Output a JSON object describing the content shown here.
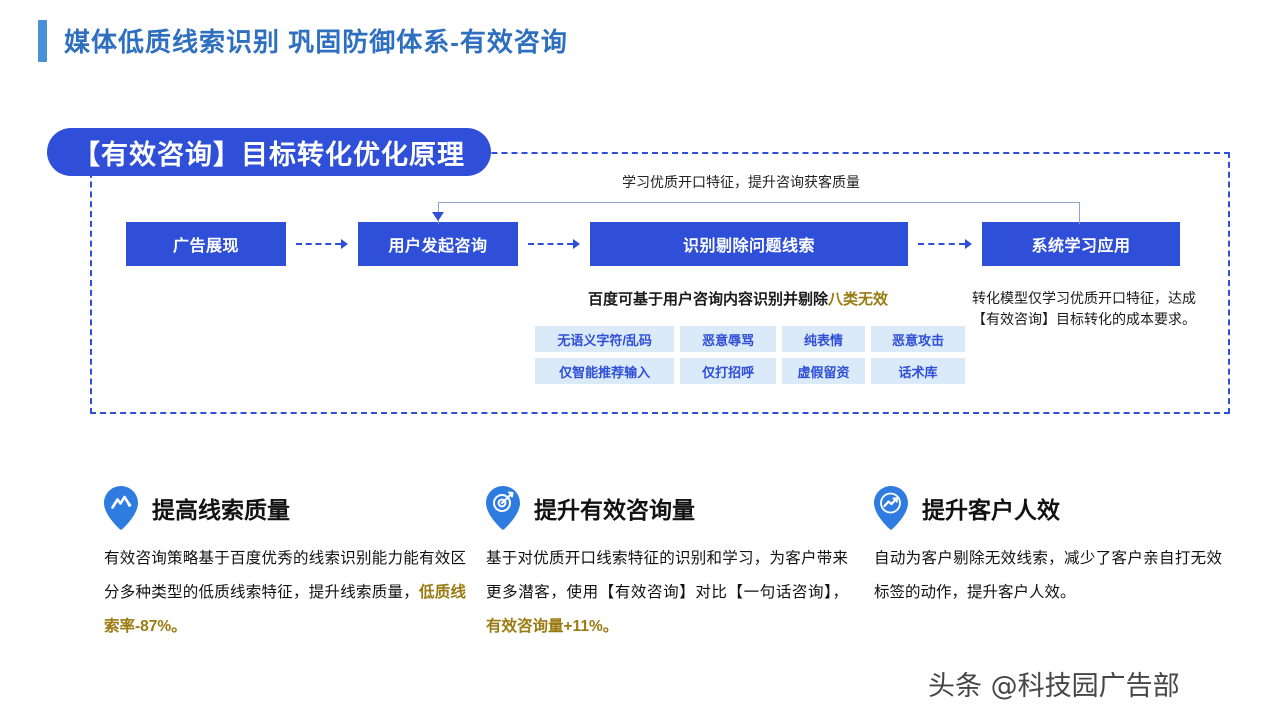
{
  "header": {
    "title": "媒体低质线索识别 巩固防御体系-有效咨询",
    "accent_color": "#4a90d9",
    "title_color": "#2f6fc0"
  },
  "panel": {
    "badge": "【有效咨询】目标转化优化原理",
    "badge_bg": "#2f4fd8",
    "border_color": "#2f4fd8"
  },
  "flow": {
    "boxes": [
      {
        "label": "广告展现"
      },
      {
        "label": "用户发起咨询"
      },
      {
        "label": "识别剔除问题线索"
      },
      {
        "label": "系统学习应用"
      }
    ],
    "loop_label": "学习优质开口特征，提升咨询获客质量",
    "box_color": "#2f4fd8"
  },
  "mid": {
    "caption_prefix": "百度可基于用户咨询内容识别并剔除",
    "caption_highlight": "八类无效",
    "highlight_color": "#9a7b12",
    "chips_row1": [
      "无语义字符/乱码",
      "恶意辱骂",
      "纯表情",
      "恶意攻击"
    ],
    "chips_row2": [
      "仅智能推荐输入",
      "仅打招呼",
      "虚假留资",
      "话术库"
    ],
    "chip_bg": "#dbeaf8",
    "chip_text_color": "#2f4fd8"
  },
  "right_note": {
    "text": "转化模型仅学习优质开口特征，达成【有效咨询】目标转化的成本要求。"
  },
  "columns": [
    {
      "icon": "chart-line-pin-icon",
      "title": "提高线索质量",
      "body_prefix": "有效咨询策略基于百度优秀的线索识别能力能有效区分多种类型的低质线索特征，提升线索质量，",
      "body_highlight": "低质线索率-87%。"
    },
    {
      "icon": "target-pin-icon",
      "title": "提升有效咨询量",
      "body_prefix": "基于对优质开口线索特征的识别和学习，为客户带来更多潜客，使用【有效咨询】对比【一句话咨询】，",
      "body_highlight": "有效咨询量+11%。"
    },
    {
      "icon": "trend-up-pin-icon",
      "title": "提升客户人效",
      "body_prefix": "自动为客户剔除无效线索，减少了客户亲自打无效标签的动作，提升客户人效。",
      "body_highlight": ""
    }
  ],
  "watermark": {
    "text": "头条 @科技园广告部"
  }
}
